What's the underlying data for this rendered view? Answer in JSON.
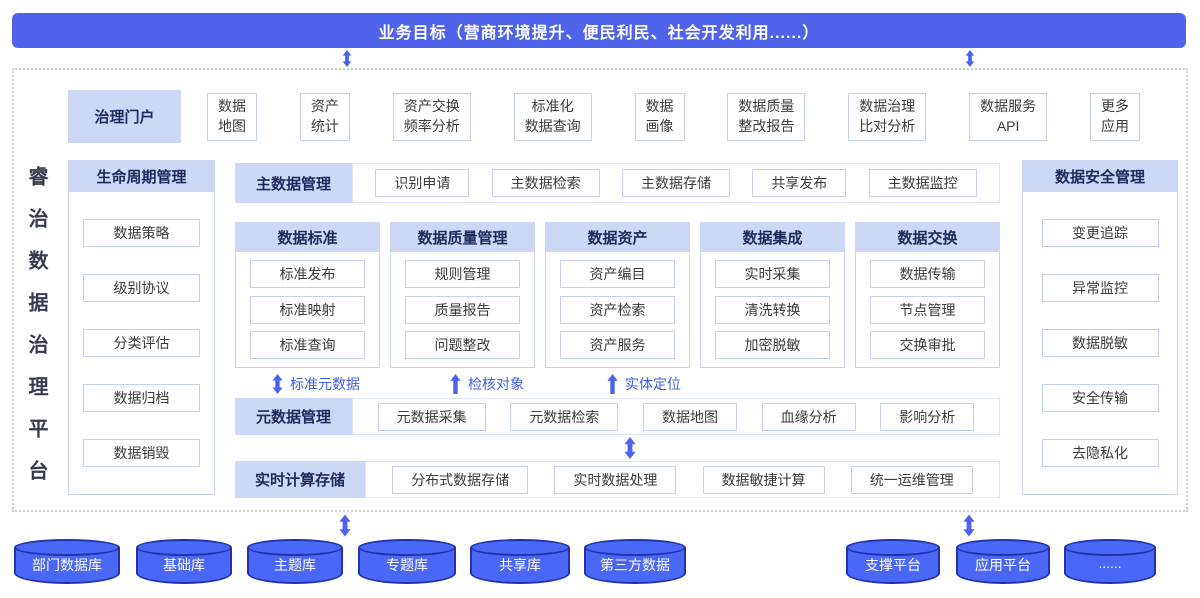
{
  "banner": {
    "text": "业务目标（营商环境提升、便民利民、社会开发利用......）"
  },
  "platform_title": "睿治数据治理平台",
  "portal": {
    "header": "治理门户",
    "items": [
      "数据\n地图",
      "资产\n统计",
      "资产交换\n频率分析",
      "标准化\n数据查询",
      "数据\n画像",
      "数据质量\n整改报告",
      "数据治理\n比对分析",
      "数据服务\nAPI",
      "更多\n应用"
    ]
  },
  "lifecycle": {
    "header": "生命周期管理",
    "items": [
      "数据策略",
      "级别协议",
      "分类评估",
      "数据归档",
      "数据销毁"
    ]
  },
  "security": {
    "header": "数据安全管理",
    "items": [
      "变更追踪",
      "异常监控",
      "数据脱敏",
      "安全传输",
      "去隐私化"
    ]
  },
  "master_row": {
    "header": "主数据管理",
    "items": [
      "识别申请",
      "主数据检索",
      "主数据存储",
      "共享发布",
      "主数据监控"
    ]
  },
  "columns": [
    {
      "header": "数据标准",
      "items": [
        "标准发布",
        "标准映射",
        "标准查询"
      ]
    },
    {
      "header": "数据质量管理",
      "items": [
        "规则管理",
        "质量报告",
        "问题整改"
      ]
    },
    {
      "header": "数据资产",
      "items": [
        "资产编目",
        "资产检索",
        "资产服务"
      ]
    },
    {
      "header": "数据集成",
      "items": [
        "实时采集",
        "清洗转换",
        "加密脱敏"
      ]
    },
    {
      "header": "数据交换",
      "items": [
        "数据传输",
        "节点管理",
        "交换审批"
      ]
    }
  ],
  "flow_labels": [
    {
      "label": "标准元数据",
      "arrow": "double"
    },
    {
      "label": "检核对象",
      "arrow": "up"
    },
    {
      "label": "实体定位",
      "arrow": "up"
    }
  ],
  "metadata_row": {
    "header": "元数据管理",
    "items": [
      "元数据采集",
      "元数据检索",
      "数据地图",
      "血缘分析",
      "影响分析"
    ]
  },
  "compute_row": {
    "header": "实时计算存储",
    "items": [
      "分布式数据存储",
      "实时数据处理",
      "数据敏捷计算",
      "统一运维管理"
    ]
  },
  "databases": [
    "部门数据库",
    "基础库",
    "主题库",
    "专题库",
    "共享库",
    "第三方数据"
  ],
  "platforms": [
    "支撑平台",
    "应用平台",
    "......"
  ],
  "colors": {
    "banner_blue": "#4e63ea",
    "cylinder_blue": "#4b67f5",
    "cylinder_outline": "#2333aa",
    "header_bg": "#cdd8f6",
    "header_text": "#1e2a5a",
    "arrow_blue": "#4b63ef",
    "flow_label_blue": "#3f61e8"
  }
}
